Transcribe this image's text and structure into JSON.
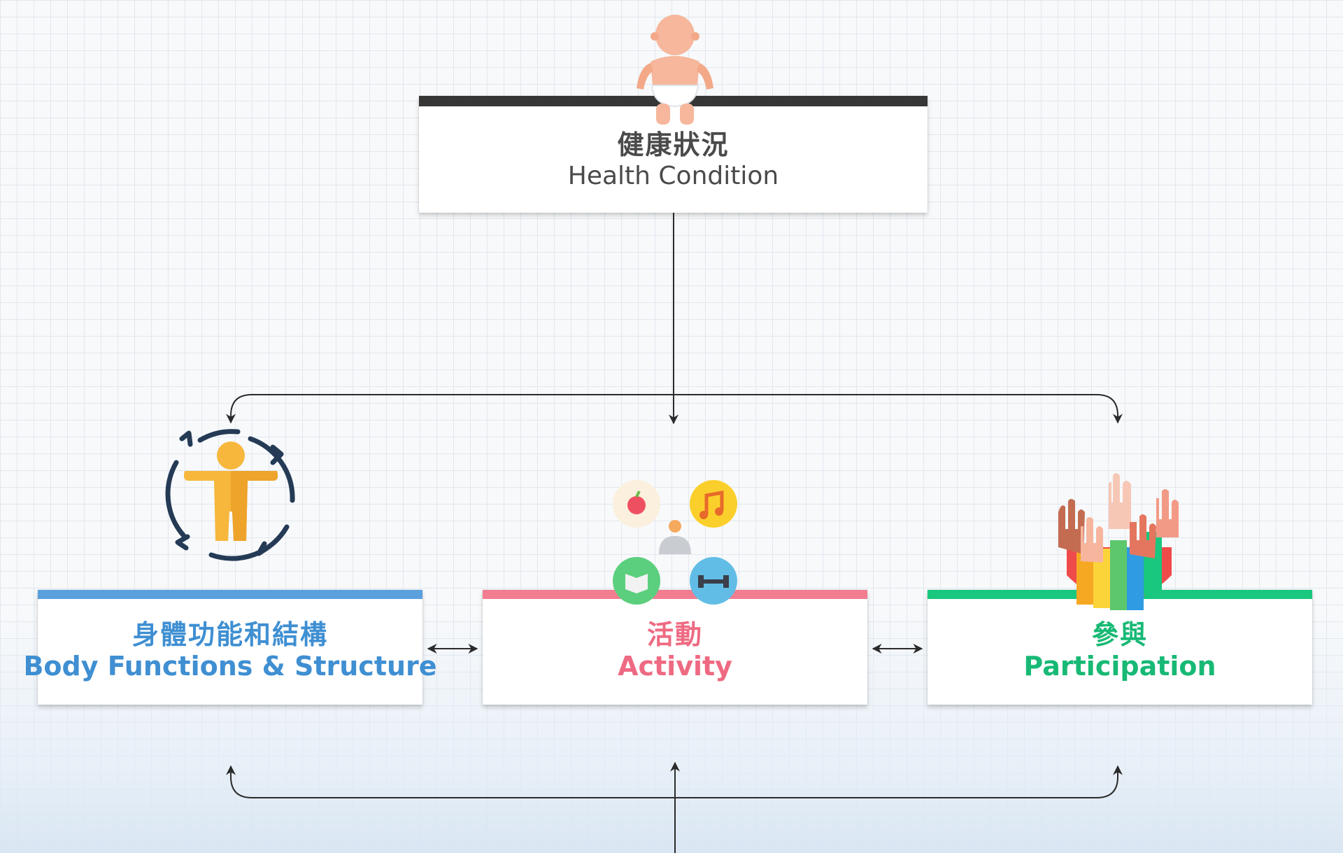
{
  "health": {
    "zh": "健康狀況",
    "en": "Health Condition",
    "accent": "#363636"
  },
  "body": {
    "zh": "身體功能和結構",
    "en": "Body Functions & Structure",
    "accent": "#5aa0dc"
  },
  "activity": {
    "zh": "活動",
    "en": "Activity",
    "accent": "#f27d90"
  },
  "participation": {
    "zh": "參與",
    "en": "Participation",
    "accent": "#19c77e"
  },
  "icons": {
    "health": "baby-icon",
    "body": "body-rotate-icon",
    "activity": "activity-cluster-icon",
    "participation": "raised-hands-icon"
  }
}
